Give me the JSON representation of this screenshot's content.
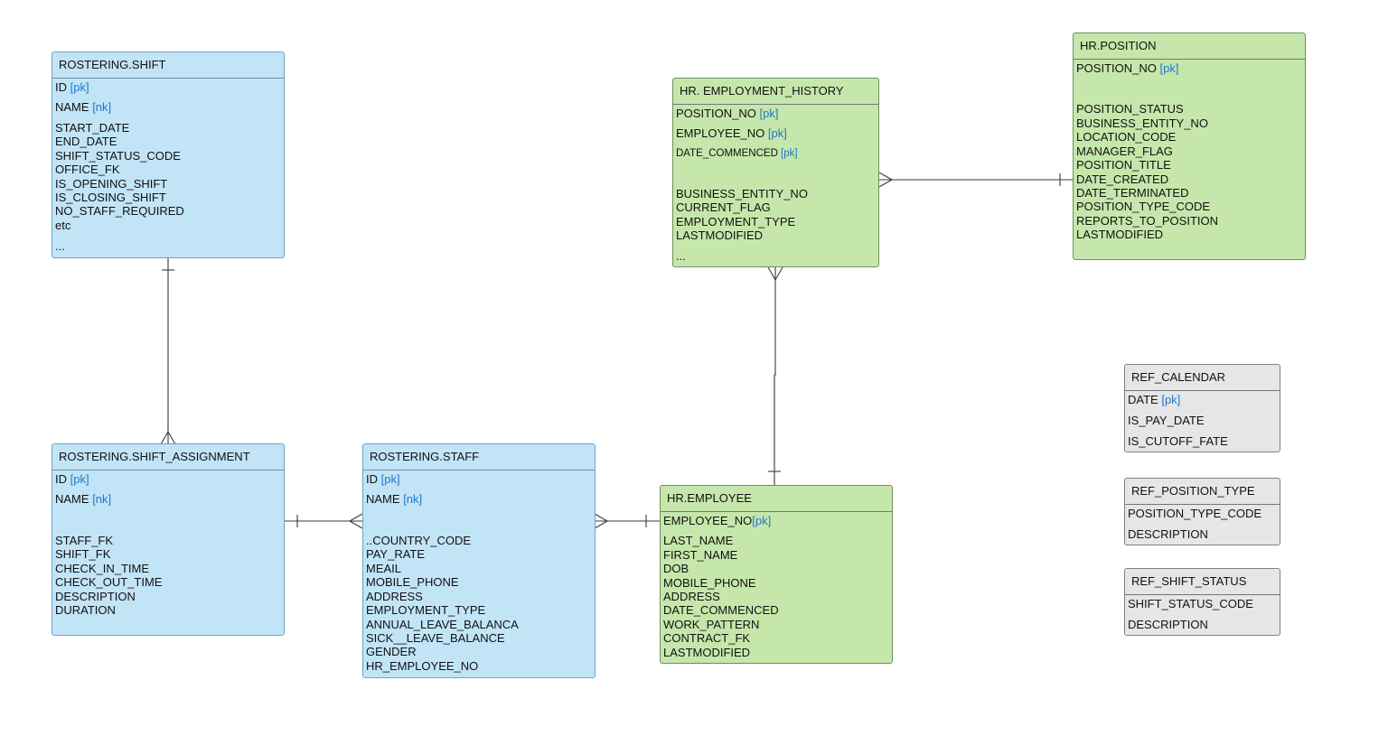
{
  "entities": {
    "shift": {
      "title": "ROSTERING.SHIFT",
      "fields": [
        "ID",
        "NAME",
        "START_DATE",
        "END_DATE",
        "SHIFT_STATUS_CODE",
        "OFFICE_FK",
        "IS_OPENING_SHIFT",
        "IS_CLOSING_SHIFT",
        "NO_STAFF_REQUIRED",
        "etc",
        "..."
      ],
      "tags": [
        "[pk]",
        "[nk]"
      ]
    },
    "shift_assignment": {
      "title": "ROSTERING.SHIFT_ASSIGNMENT",
      "fields": [
        "ID",
        "NAME",
        "STAFF_FK",
        "SHIFT_FK",
        "CHECK_IN_TIME",
        "CHECK_OUT_TIME",
        "DESCRIPTION",
        "DURATION"
      ],
      "tags": [
        "[pk]",
        "[nk]"
      ]
    },
    "staff": {
      "title": "ROSTERING.STAFF",
      "fields": [
        "ID",
        "NAME",
        "..COUNTRY_CODE",
        "PAY_RATE",
        "MEAIL",
        "MOBILE_PHONE",
        "ADDRESS",
        "EMPLOYMENT_TYPE",
        "ANNUAL_LEAVE_BALANCA",
        "SICK__LEAVE_BALANCE",
        "GENDER",
        "HR_EMPLOYEE_NO"
      ],
      "tags": [
        "[pk]",
        "[nk]"
      ]
    },
    "employment_history": {
      "title": "HR. EMPLOYMENT_HISTORY",
      "fields": [
        "POSITION_NO",
        "EMPLOYEE_NO",
        "DATE_COMMENCED",
        "BUSINESS_ENTITY_NO",
        "CURRENT_FLAG",
        "EMPLOYMENT_TYPE",
        "LASTMODIFIED",
        "..."
      ],
      "tags": [
        "[pk]",
        "[pk]",
        "[pk]"
      ]
    },
    "position": {
      "title": "HR.POSITION",
      "fields": [
        "POSITION_NO",
        "POSITION_STATUS",
        "BUSINESS_ENTITY_NO",
        "LOCATION_CODE",
        "MANAGER_FLAG",
        "POSITION_TITLE",
        "DATE_CREATED",
        "DATE_TERMINATED",
        "POSITION_TYPE_CODE",
        "REPORTS_TO_POSITION",
        "LASTMODIFIED"
      ],
      "tags": [
        "[pk]"
      ]
    },
    "employee": {
      "title": "HR.EMPLOYEE",
      "fields": [
        "EMPLOYEE_NO",
        "LAST_NAME",
        "FIRST_NAME",
        "DOB",
        "MOBILE_PHONE",
        "ADDRESS",
        "DATE_COMMENCED",
        "WORK_PATTERN",
        "CONTRACT_FK",
        "LASTMODIFIED"
      ],
      "tags": [
        "[pk]"
      ]
    },
    "ref_calendar": {
      "title": "REF_CALENDAR",
      "fields": [
        "DATE",
        "IS_PAY_DATE",
        "IS_CUTOFF_FATE"
      ],
      "tags": [
        "[pk]"
      ]
    },
    "ref_position_type": {
      "title": "REF_POSITION_TYPE",
      "fields": [
        "POSITION_TYPE_CODE",
        "DESCRIPTION"
      ]
    },
    "ref_shift_status": {
      "title": "REF_SHIFT_STATUS",
      "fields": [
        "SHIFT_STATUS_CODE",
        "DESCRIPTION"
      ]
    }
  },
  "colors": {
    "rostering": "#c2e4f7",
    "hr": "#c6e7ab",
    "reference": "#e6e6e6",
    "key_tag": "#1f78c8",
    "connector": "#3a3a3a"
  }
}
